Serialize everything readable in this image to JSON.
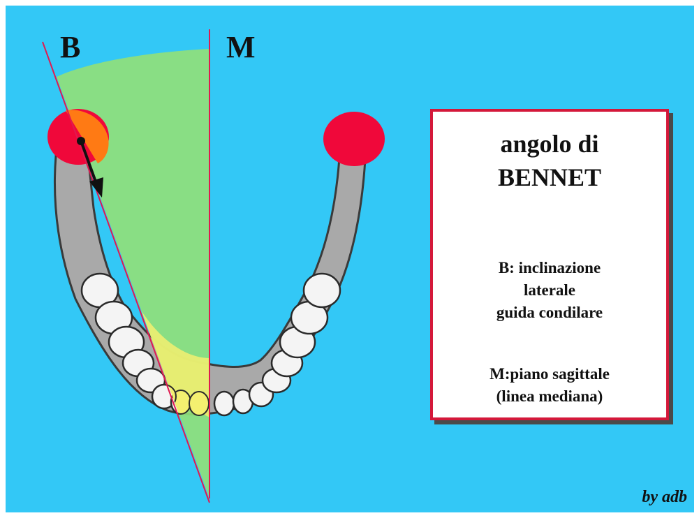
{
  "colors": {
    "background": "#33c8f6",
    "angle_sector": "#90e07a",
    "condyle": "#f0083a",
    "condyle_overlap": "#ff7a14",
    "teeth_overlap": "#f4f070",
    "bone": "#a9a9a9",
    "box_border": "#d4183a"
  },
  "labels": {
    "b": "B",
    "m": "M"
  },
  "info": {
    "title_line1": "angolo di",
    "title_line2": "BENNET",
    "b_line1": "B: inclinazione",
    "b_line2": "laterale",
    "b_line3": "guida condilare",
    "m_line1": "M:piano sagittale",
    "m_line2": "(linea mediana)"
  },
  "credit": "by adb",
  "icons": {
    "movement_arrow": "arrow-down-icon"
  }
}
